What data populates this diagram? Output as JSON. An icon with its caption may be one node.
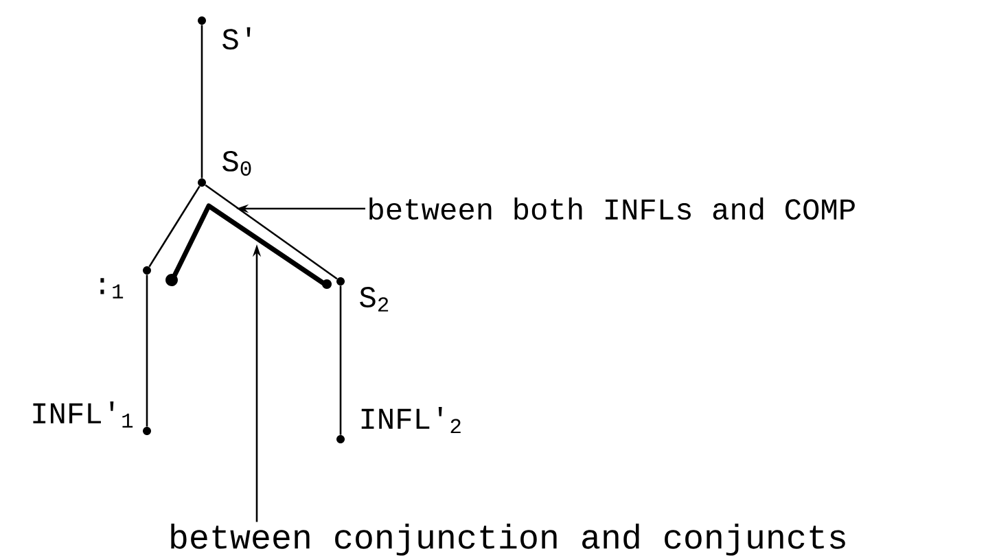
{
  "diagram": {
    "nodes": [
      {
        "text": [],
        "shape": "circle",
        "beside": [
          "S'"
        ]
      },
      {
        "text": [],
        "shape": "circle",
        "beside": [
          "S$_{0}$"
        ]
      },
      {
        "text": [],
        "shape": "circle",
        "beside": [
          ":$_{1}$"
        ]
      },
      {
        "text": [],
        "shape": "circle",
        "beside": [
          "S$_{2}$"
        ]
      },
      {
        "text": [],
        "shape": "circle",
        "beside": [
          "INFL'$_{1}$"
        ]
      },
      {
        "text": [],
        "shape": "circle",
        "beside": [
          "INFL'$_{2}$"
        ]
      },
      {
        "text": [
          "between both INFLs and COMP"
        ]
      },
      {
        "text": [
          "between conjunction and conjuncts"
        ]
      }
    ],
    "edges": [
      {
        "from": 0,
        "to": 1,
        "arrow": "none"
      },
      {
        "from": 1,
        "to": 2,
        "arrow": "none"
      },
      {
        "from": 1,
        "to": 3,
        "arrow": "none"
      },
      {
        "from": 2,
        "to": 4,
        "arrow": "none"
      },
      {
        "from": 3,
        "to": 5,
        "arrow": "none"
      },
      {
        "from": 6,
        "to": null,
        "arrow": "to"
      },
      {
        "from": 7,
        "to": null,
        "arrow": "to"
      }
    ]
  }
}
